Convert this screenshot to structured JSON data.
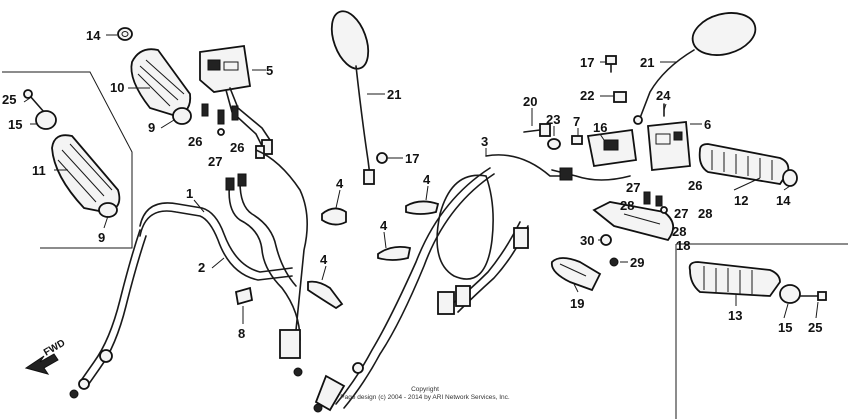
{
  "fwd_label": "FWD",
  "copyright": {
    "line1": "Copyright",
    "line2": "Page design (c) 2004 - 2014 by ARI Network Services, Inc."
  },
  "callouts": {
    "c14a": "14",
    "c10": "10",
    "c9a": "9",
    "c5": "5",
    "c26a": "26",
    "c27a": "27",
    "c26b": "26",
    "c25a": "25",
    "c15a": "15",
    "c11": "11",
    "c9b": "9",
    "c1": "1",
    "c2": "2",
    "c8": "8",
    "c21a": "21",
    "c17a": "17",
    "c4a": "4",
    "c4b": "4",
    "c4c": "4",
    "c4d": "4",
    "c3": "3",
    "c20": "20",
    "c23": "23",
    "c7": "7",
    "c16": "16",
    "c17b": "17",
    "c22": "22",
    "c24": "24",
    "c21b": "21",
    "c6": "6",
    "c27b": "27",
    "c26c": "26",
    "c28a": "28",
    "c27c": "27",
    "c28b": "28",
    "c12": "12",
    "c14b": "14",
    "c28c": "28",
    "c18": "18",
    "c30": "30",
    "c29": "29",
    "c19": "19",
    "c13": "13",
    "c15b": "15",
    "c25b": "25"
  }
}
